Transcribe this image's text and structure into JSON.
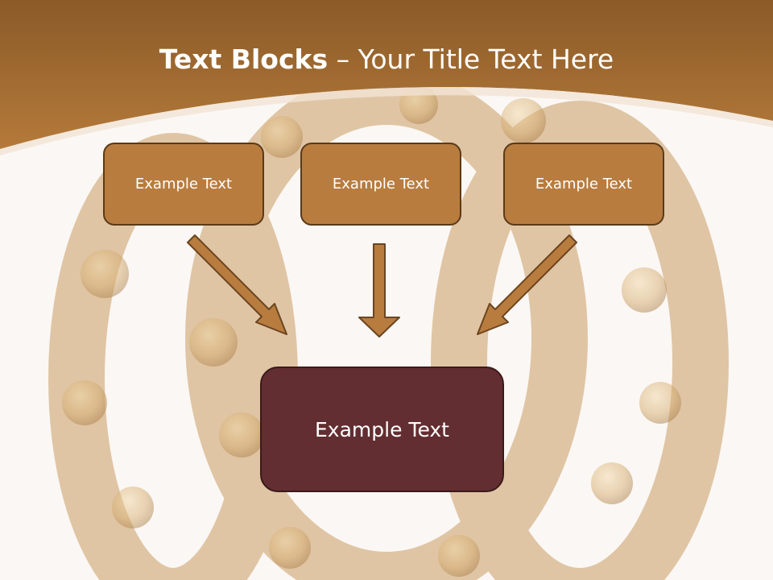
{
  "title": {
    "bold_part": "Text Blocks",
    "separator": " – ",
    "regular_part": "Your Title Text Here"
  },
  "blocks": {
    "top": [
      "Example Text",
      "Example Text",
      "Example Text"
    ],
    "main": "Example Text"
  },
  "colors": {
    "header_band": "#a56a30",
    "box_fill": "#b87c3f",
    "box_border": "#5a3a18",
    "main_box_fill": "#632e31",
    "arrow_fill": "#b87c3f",
    "background": "#fbf7f4"
  }
}
